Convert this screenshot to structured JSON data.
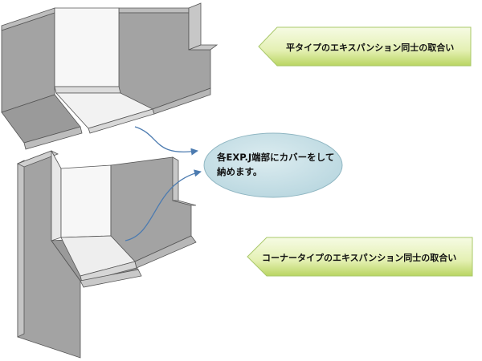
{
  "labels": {
    "flat_type": "平タイプのエキスパンション同士の取合い",
    "corner_type": "コーナータイプのエキスパンション同士の取合い"
  },
  "bubble": {
    "line1": "各EXP.J端部にカバーをして",
    "line2": "納めます。"
  },
  "colors": {
    "wall_gray": "#a3a3a3",
    "panel_white": "#f7f7f7",
    "callout_green_light": "#f2f8d8",
    "callout_green_dark": "#b6d35a",
    "bubble_blue": "#c3dee5",
    "arrow_blue": "#4c7bb0"
  }
}
